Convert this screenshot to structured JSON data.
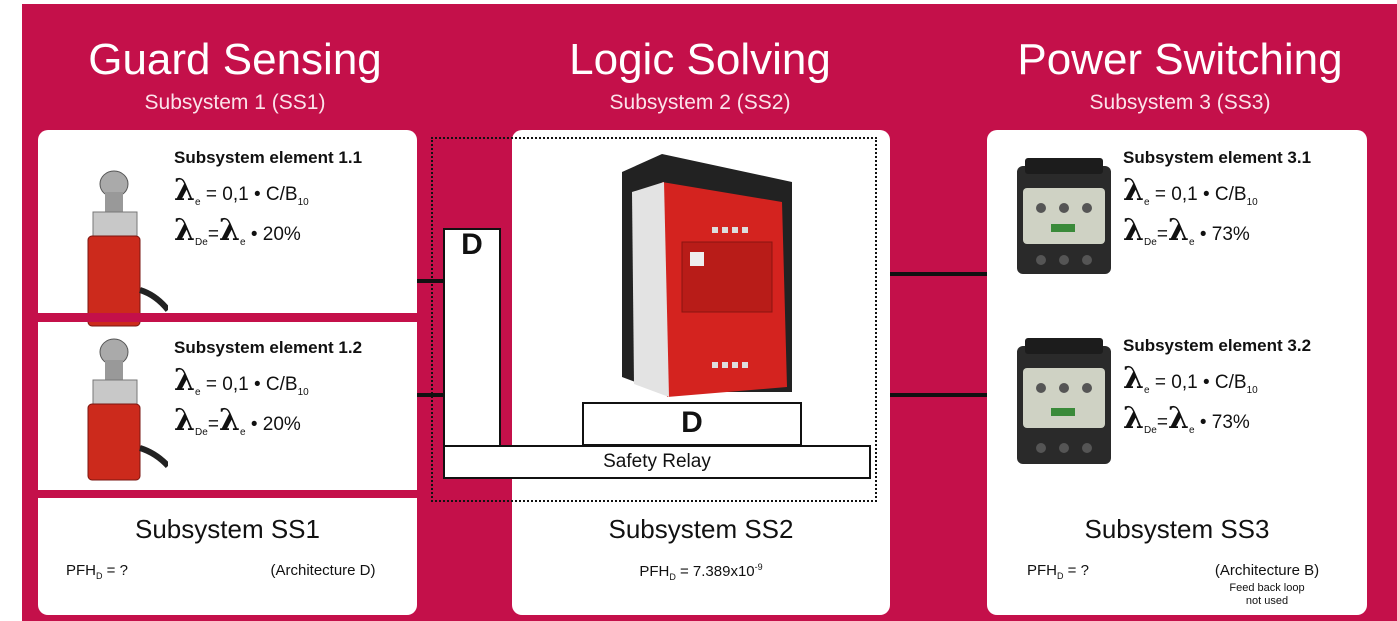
{
  "columns": [
    {
      "title": "Guard Sensing",
      "subtitle": "Subsystem 1 (SS1)"
    },
    {
      "title": "Logic Solving",
      "subtitle": "Subsystem 2 (SS2)"
    },
    {
      "title": "Power Switching",
      "subtitle": "Subsystem 3 (SS3)"
    }
  ],
  "ss1": {
    "elements": [
      {
        "title": "Subsystem element 1.1",
        "le": "= 0,1 • C/B",
        "le_sub": "10",
        "lde_pct": "• 20%"
      },
      {
        "title": "Subsystem element 1.2",
        "le": "= 0,1 • C/B",
        "le_sub": "10",
        "lde_pct": "• 20%"
      }
    ],
    "name": "Subsystem SS1",
    "pfh": "= ?",
    "architecture": "(Architecture D)"
  },
  "ss2": {
    "diag_label_1": "D",
    "diag_label_2": "D",
    "relay_label": "Safety Relay",
    "name": "Subsystem SS2",
    "pfh": "= 7.389x10",
    "pfh_exp": "-9"
  },
  "ss3": {
    "elements": [
      {
        "title": "Subsystem element 3.1",
        "le": "= 0,1 • C/B",
        "le_sub": "10",
        "lde_pct": "• 73%"
      },
      {
        "title": "Subsystem element 3.2",
        "le": "= 0,1 • C/B",
        "le_sub": "10",
        "lde_pct": "• 73%"
      }
    ],
    "name": "Subsystem SS3",
    "pfh": "= ?",
    "architecture": "(Architecture B)",
    "note_1": "Feed back loop",
    "note_2": "not used"
  },
  "symbols": {
    "lambda": "λ",
    "pfh_prefix": "PFH",
    "pfh_sub": "D",
    "sub_e": "e",
    "sub_de": "De"
  },
  "colors": {
    "background": "#c4104a",
    "relay_red": "#d4231f",
    "contactor_dark": "#2a2a2a",
    "contactor_light": "#cfd2c4"
  }
}
